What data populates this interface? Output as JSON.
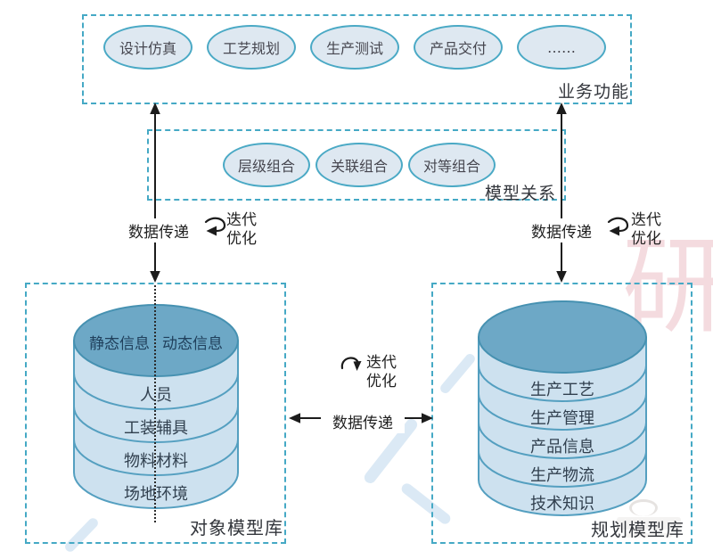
{
  "palette": {
    "dash_border": "#45a9c5",
    "ellipse_fill": "#dee8f1",
    "ellipse_stroke": "#4aa9c5",
    "cylinder_top_fill": "#6da8c6",
    "cylinder_top_stroke": "#4691b1",
    "cylinder_body_fill": "#cde1ef",
    "cylinder_arc_stroke": "#549fc0",
    "arrow_color": "#1c1c1c",
    "text_dark": "#31404f",
    "watermark_pink": "#d9808f"
  },
  "labels": {
    "data_transfer": "数据传递",
    "iterate": "迭代",
    "optimize": "优化"
  },
  "business": {
    "box_label": "业务功能",
    "items": [
      "设计仿真",
      "工艺规划",
      "生产测试",
      "产品交付",
      "……"
    ]
  },
  "relations": {
    "box_label": "模型关系",
    "items": [
      "层级组合",
      "关联组合",
      "对等组合"
    ]
  },
  "object_lib": {
    "box_label": "对象模型库",
    "top_segments": [
      "静态信息",
      "动态信息"
    ],
    "layers": [
      "人员",
      "工装辅具",
      "物料材料",
      "场地环境"
    ]
  },
  "planning_lib": {
    "box_label": "规划模型库",
    "layers": [
      "生产工艺",
      "生产管理",
      "产品信息",
      "生产物流",
      "技术知识"
    ]
  },
  "watermark": {
    "glyph": "研"
  }
}
